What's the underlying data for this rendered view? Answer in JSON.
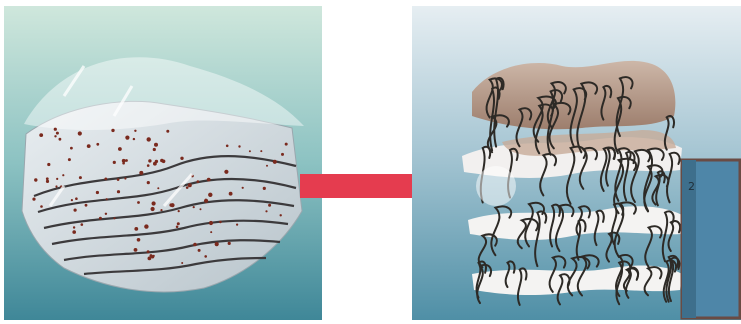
{
  "figure": {
    "colors": {
      "water_top": "#cfe7dc",
      "water_bottom": "#3f8798",
      "arrow": "#e53c4f",
      "layer_white": "#f2f0ef",
      "layer_tan": "#b79a88",
      "fibers": "#2d2a26",
      "dots": "#7a2a1e",
      "box_fill": "#4e86a8",
      "box_border": "#6a4b44"
    },
    "left_panel": {
      "name": "stacked-sheet-layers-with-particles",
      "layer_count": 6
    },
    "arrow": {
      "icon": "right-arrow"
    },
    "right_panel": {
      "name": "separated-layers-with-fibers",
      "layer_count": 4,
      "side_box_label": "2"
    }
  }
}
